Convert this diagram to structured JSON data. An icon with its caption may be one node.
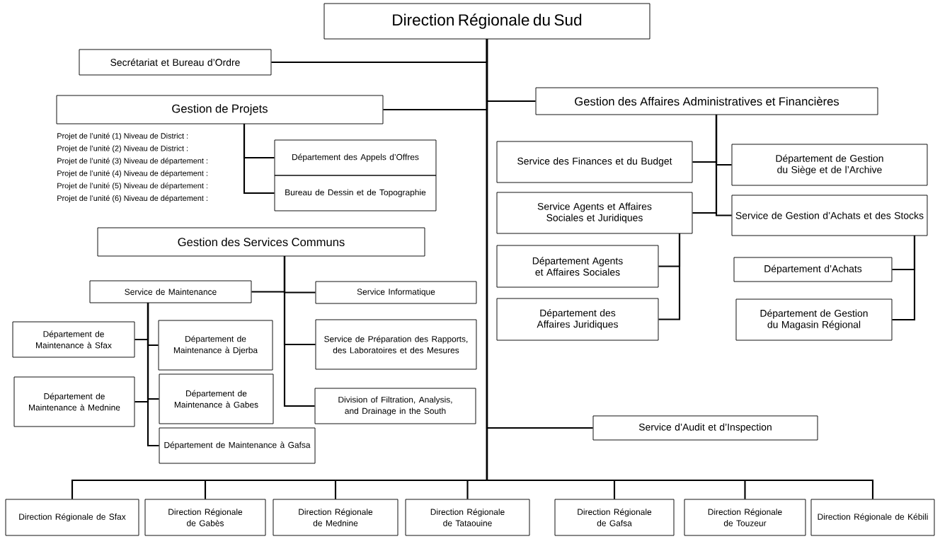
{
  "diagram": {
    "nodes": [
      {
        "text": [
          "Direction Régionale du Sud"
        ]
      },
      {
        "text": [
          "Secrétariat et Bureau d’Ordre"
        ]
      },
      {
        "text": [
          "Gestion de Projets"
        ]
      },
      {
        "text": [
          "Département des Appels d’Offres"
        ]
      },
      {
        "text": [
          "Bureau de Dessin et de Topographie"
        ]
      },
      {
        "text": [
          "Gestion des Affaires Administratives et Financières"
        ]
      },
      {
        "text": [
          "Service des Finances et du Budget"
        ]
      },
      {
        "text": [
          "Département de Gestion du Siège et de l’Archive"
        ]
      },
      {
        "text": [
          "Service Agents et Affaires Sociales et Juridiques"
        ]
      },
      {
        "text": [
          "Service de Gestion d’Achats et des Stocks"
        ]
      },
      {
        "text": [
          "Département Agents et Affaires Sociales"
        ]
      },
      {
        "text": [
          "Département des Affaires Juridiques"
        ]
      },
      {
        "text": [
          "Département d’Achats"
        ]
      },
      {
        "text": [
          "Département de Gestion du Magasin Régional"
        ]
      },
      {
        "text": [
          "Gestion des Services Communs"
        ]
      },
      {
        "text": [
          "Service de Maintenance"
        ]
      },
      {
        "text": [
          "Service Informatique"
        ]
      },
      {
        "text": [
          "Service de Préparation des Rapports, des Laboratoires et des Mesures"
        ]
      },
      {
        "text": [
          "Division of Filtration, Analysis, and Drainage in the South"
        ]
      },
      {
        "text": [
          "Département de Maintenance à Sfax"
        ]
      },
      {
        "text": [
          "Département de Maintenance à Djerba"
        ]
      },
      {
        "text": [
          "Département de Maintenance à Mednine"
        ]
      },
      {
        "text": [
          "Département de Maintenance à Gabes"
        ]
      },
      {
        "text": [
          "Département de Maintenance à Gafsa"
        ]
      },
      {
        "text": [
          "Service d’Audit et d’Inspection"
        ]
      },
      {
        "text": [
          "Direction Régionale de Sfax"
        ]
      },
      {
        "text": [
          "Direction Régionale de Gabès"
        ]
      },
      {
        "text": [
          "Direction Régionale de Mednine"
        ]
      },
      {
        "text": [
          "Direction Régionale de Tataouine"
        ]
      },
      {
        "text": [
          "Direction Régionale de Gafsa"
        ]
      },
      {
        "text": [
          "Direction Régionale de Touzeur"
        ]
      },
      {
        "text": [
          "Direction Régionale de Kébili"
        ]
      }
    ],
    "edges": [
      {
        "from": 0,
        "to": 1,
        "arrow": "none"
      },
      {
        "from": 0,
        "to": 2,
        "arrow": "none"
      },
      {
        "from": 0,
        "to": 5,
        "arrow": "none"
      },
      {
        "from": 2,
        "to": 3,
        "arrow": "none"
      },
      {
        "from": 2,
        "to": 4,
        "arrow": "none"
      },
      {
        "from": 5,
        "to": 6,
        "arrow": "none"
      },
      {
        "from": 5,
        "to": 7,
        "arrow": "none"
      },
      {
        "from": 5,
        "to": 8,
        "arrow": "none"
      },
      {
        "from": 5,
        "to": 9,
        "arrow": "none"
      },
      {
        "from": 8,
        "to": 10,
        "arrow": "none"
      },
      {
        "from": 8,
        "to": 11,
        "arrow": "none"
      },
      {
        "from": 9,
        "to": 12,
        "arrow": "none"
      },
      {
        "from": 9,
        "to": 13,
        "arrow": "none"
      },
      {
        "from": 14,
        "to": 15,
        "arrow": "none"
      },
      {
        "from": 14,
        "to": 16,
        "arrow": "none"
      },
      {
        "from": 14,
        "to": 17,
        "arrow": "none"
      },
      {
        "from": 14,
        "to": 18,
        "arrow": "none"
      },
      {
        "from": 15,
        "to": 19,
        "arrow": "none"
      },
      {
        "from": 15,
        "to": 20,
        "arrow": "none"
      },
      {
        "from": 15,
        "to": 21,
        "arrow": "none"
      },
      {
        "from": 15,
        "to": 22,
        "arrow": "none"
      },
      {
        "from": 15,
        "to": 23,
        "arrow": "none"
      },
      {
        "from": 0,
        "to": 24,
        "arrow": "none"
      },
      {
        "from": 0,
        "to": 25,
        "arrow": "none"
      },
      {
        "from": 0,
        "to": 26,
        "arrow": "none"
      },
      {
        "from": 0,
        "to": 27,
        "arrow": "none"
      },
      {
        "from": 0,
        "to": 28,
        "arrow": "none"
      },
      {
        "from": 0,
        "to": 29,
        "arrow": "none"
      },
      {
        "from": 0,
        "to": 30,
        "arrow": "none"
      },
      {
        "from": 0,
        "to": 31,
        "arrow": "none"
      }
    ],
    "labels": [
      "Projet de l’unité (1) Niveau de District :",
      "Projet de l’unité (2) Niveau de District :",
      "Projet de l’unité (3) Niveau de département :",
      "Projet de l’unité (4) Niveau de département :",
      "Projet de l’unité (5) Niveau de département :",
      "Projet de l’unité (6) Niveau de département :"
    ]
  }
}
